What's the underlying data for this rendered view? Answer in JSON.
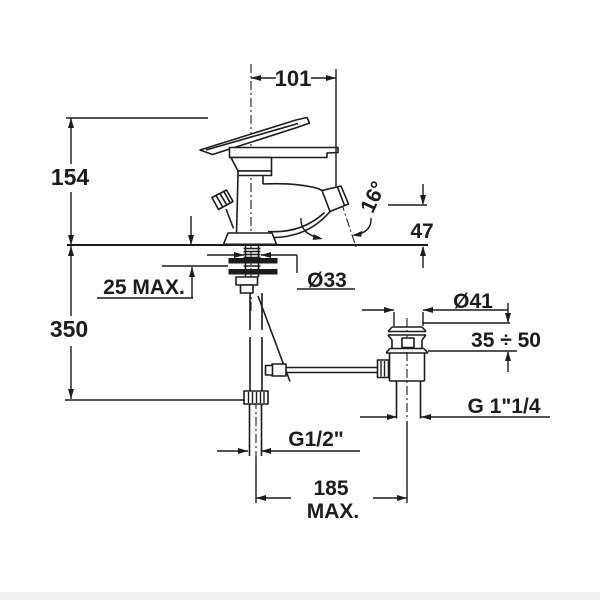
{
  "drawing": {
    "subject": "single-lever basin mixer with pop-up waste, dimensioned technical drawing",
    "units_implied": "mm"
  },
  "labels": {
    "spout_reach": "101",
    "height_above_deck": "154",
    "spout_angle": "16°",
    "outlet_to_deck": "47",
    "max_deck_thickness": "25 MAX.",
    "mounting_hole_diameter": "Ø33",
    "supply_pipe_length": "350",
    "drain_flange_diameter": "Ø41",
    "basin_thickness_range": "35 ÷ 50",
    "drain_thread": "G 1\"1/4",
    "supply_thread": "G1/2\"",
    "center_distance": "185",
    "center_distance_suffix": "MAX."
  },
  "colors": {
    "line": "#1c1c1c",
    "background": "#ffffff"
  }
}
